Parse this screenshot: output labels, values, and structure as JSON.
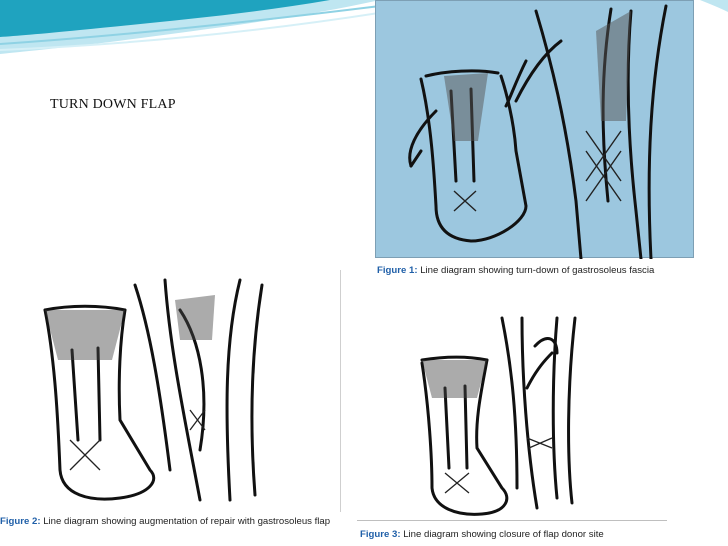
{
  "slide": {
    "title": "TURN DOWN FLAP"
  },
  "figures": [
    {
      "label": "Figure 1:",
      "caption": "Line diagram showing turn-down of gastrosoleus fascia"
    },
    {
      "label": "Figure 2:",
      "caption": "Line diagram showing augmentation of repair with gastrosoleus flap"
    },
    {
      "label": "Figure 3:",
      "caption": "Line diagram showing closure of flap donor site"
    }
  ],
  "colors": {
    "band_teal": "#1fa3bf",
    "band_light": "#bfe6f1",
    "figure1_background": "#9cc7df",
    "caption_label": "#1f5fa8"
  }
}
